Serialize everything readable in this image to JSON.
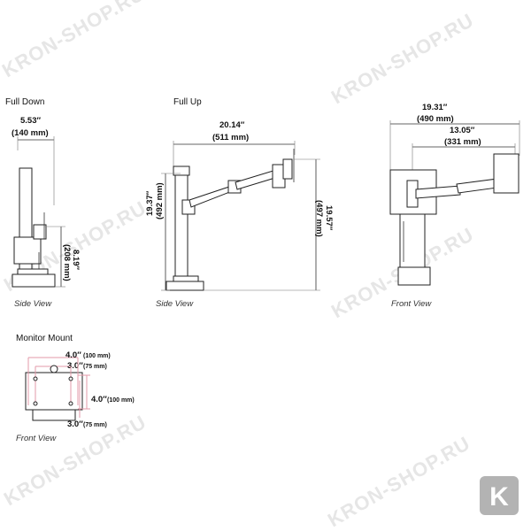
{
  "watermark": "KRON-SHOP.RU",
  "logo_letter": "K",
  "full_down": {
    "title": "Full Down",
    "width_in": "5.53″",
    "width_mm": "(140 mm)",
    "height_in": "8.19″",
    "height_mm": "(208 mm)",
    "caption": "Side View"
  },
  "full_up": {
    "title": "Full Up",
    "reach_in": "20.14″",
    "reach_mm": "(511 mm)",
    "height_in": "19.37″",
    "height_mm": "(492 mm)",
    "height2_in": "19.57″",
    "height2_mm": "(497 mm)",
    "caption": "Side View"
  },
  "front": {
    "width_in": "19.31″",
    "width_mm": "(490 mm)",
    "reach_in": "13.05″",
    "reach_mm": "(331 mm)",
    "caption": "Front View"
  },
  "monitor_mount": {
    "title": "Monitor Mount",
    "h100_in": "4.0″",
    "h100_mm": "(100 mm)",
    "h75_in": "3.0″",
    "h75_mm": "(75 mm)",
    "v100_in": "4.0″",
    "v100_mm": "(100 mm)",
    "v75_in": "3.0″",
    "v75_mm": "(75 mm)",
    "caption": "Front View"
  },
  "colors": {
    "line": "#222222",
    "vesa_guide": "#e39aa8",
    "watermark": "#e6e6e6",
    "logo_bg": "#b3b3b3"
  }
}
